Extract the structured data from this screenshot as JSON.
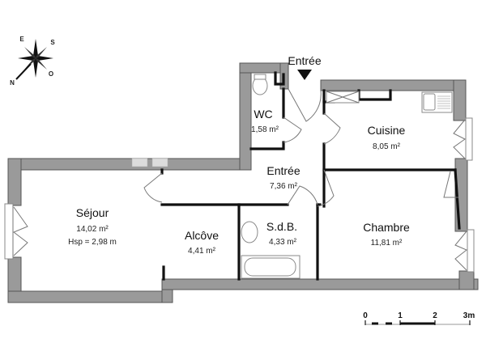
{
  "plan": {
    "entrance_label": "Entrée",
    "rooms": [
      {
        "id": "wc",
        "name": "WC",
        "area": "1,58 m²"
      },
      {
        "id": "cuisine",
        "name": "Cuisine",
        "area": "8,05 m²"
      },
      {
        "id": "entree",
        "name": "Entrée",
        "area": "7,36 m²"
      },
      {
        "id": "sejour",
        "name": "Séjour",
        "area": "14,02 m²",
        "ceiling_height": "Hsp = 2,98 m"
      },
      {
        "id": "alcove",
        "name": "Alcôve",
        "area": "4,41 m²"
      },
      {
        "id": "sdb",
        "name": "S.d.B.",
        "area": "4,33 m²"
      },
      {
        "id": "chambre",
        "name": "Chambre",
        "area": "11,81 m²"
      }
    ]
  },
  "compass": {
    "icon": "compass-rose-icon",
    "labels": {
      "north": "N",
      "south": "S",
      "east": "E",
      "west": "O"
    }
  },
  "scale_bar": {
    "ticks": [
      "0",
      "1",
      "2",
      "3m"
    ]
  },
  "colors": {
    "wall_fill": "#9a9a9a",
    "partition": "#111111",
    "background": "#ffffff"
  }
}
